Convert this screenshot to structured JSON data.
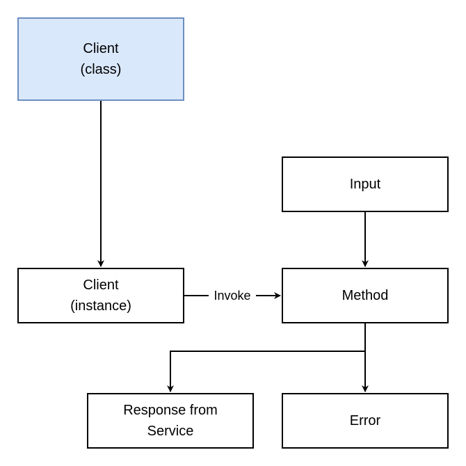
{
  "diagram": {
    "nodes": {
      "client_class": {
        "line1": "Client",
        "line2": "(class)",
        "fill": "#dae8fc",
        "stroke": "#6c8ebf"
      },
      "input": {
        "label": "Input"
      },
      "client_instance": {
        "line1": "Client",
        "line2": "(instance)"
      },
      "method": {
        "label": "Method"
      },
      "response": {
        "line1": "Response from",
        "line2": "Service"
      },
      "error": {
        "label": "Error"
      }
    },
    "edges": [
      {
        "from": "client_class",
        "to": "client_instance",
        "label": ""
      },
      {
        "from": "input",
        "to": "method",
        "label": ""
      },
      {
        "from": "client_instance",
        "to": "method",
        "label": "Invoke"
      },
      {
        "from": "method",
        "to": "response",
        "label": ""
      },
      {
        "from": "method",
        "to": "error",
        "label": ""
      }
    ],
    "edge_labels": {
      "invoke": "Invoke"
    }
  }
}
